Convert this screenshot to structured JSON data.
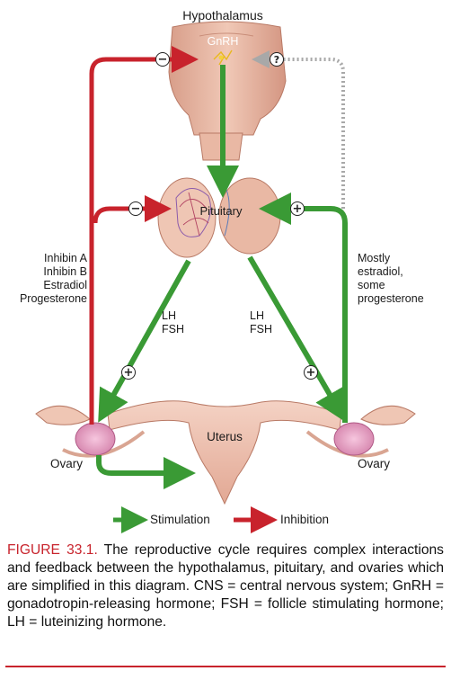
{
  "diagram": {
    "hypothalamus_label": "Hypothalamus",
    "gnrh_label": "GnRH",
    "pituitary_label": "Pituitary",
    "uterus_label": "Uterus",
    "ovary_left_label": "Ovary",
    "ovary_right_label": "Ovary",
    "left_feedback_lines": [
      "Inhibin A",
      "Inhibin B",
      "Estradiol",
      "Progesterone"
    ],
    "right_feedback_lines": [
      "Mostly",
      "estradiol,",
      "some",
      "progesterone"
    ],
    "lh_label": "LH",
    "fsh_label": "FSH",
    "sign_minus": "−",
    "sign_plus": "+",
    "sign_question": "?"
  },
  "legend": {
    "stimulation_label": "Stimulation",
    "inhibition_label": "Inhibition"
  },
  "caption": {
    "figure_label": "FIGURE 33.1.",
    "text": " The reproductive cycle requires complex interactions and feedback between the hypothalamus, pituitary, and ovaries which are simplified in this diagram. CNS = central nervous system; GnRH = gonadotropin-releasing hormone; FSH = follicle stimulating hormone; LH = luteinizing hormone."
  },
  "colors": {
    "stimulation_green": "#3a9a35",
    "inhibition_red": "#c8232c",
    "unknown_gray": "#a8a8a8",
    "tissue": "#e8b9a6",
    "ovary_pink": "#e8a6c8"
  }
}
